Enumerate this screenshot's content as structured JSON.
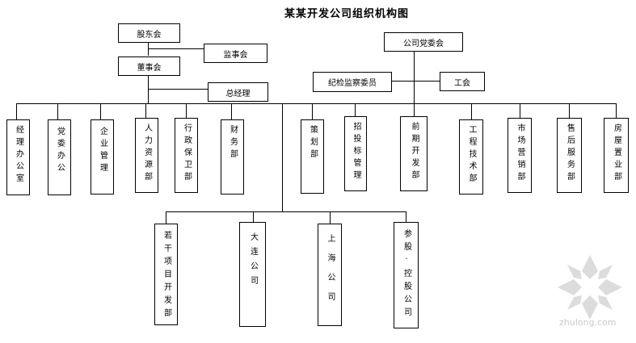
{
  "title": "某某开发公司组织机构图",
  "top": {
    "shareholders": "股东会",
    "supervisors": "监事会",
    "board": "董事会",
    "gm": "总经理",
    "party_committee": "公司党委会",
    "discipline": "纪检监察委员",
    "union": "工会"
  },
  "departments": [
    "经理办公室",
    "党委办公",
    "企业管理",
    "人力资源部",
    "行政保卫部",
    "财务部",
    "策划部",
    "招投标管理",
    "前期开发部",
    "工程技术部",
    "市场营销部",
    "售后服务部",
    "房屋置业部"
  ],
  "subsidiaries": [
    "若干项目开发部",
    "大连公司",
    "上海公司",
    "参股·控股公司"
  ],
  "watermark": "zhulong.com"
}
